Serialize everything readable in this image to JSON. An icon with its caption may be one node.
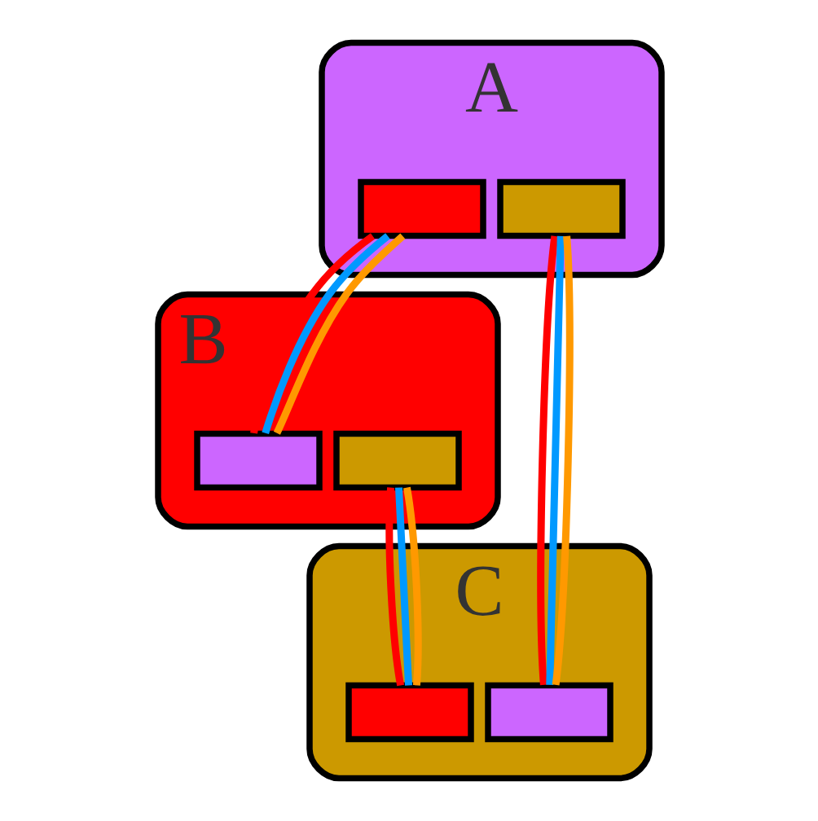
{
  "diagram": {
    "nodes": [
      {
        "text": [
          "A"
        ]
      },
      {
        "text": [],
        "shape": "box",
        "in": 0
      },
      {
        "text": [],
        "shape": "box",
        "in": 0
      },
      {
        "text": [
          "B"
        ]
      },
      {
        "text": [],
        "shape": "box",
        "in": 3
      },
      {
        "text": [],
        "shape": "box",
        "in": 3
      },
      {
        "text": [
          "C"
        ]
      },
      {
        "text": [],
        "shape": "box",
        "in": 6
      },
      {
        "text": [],
        "shape": "box",
        "in": 6
      }
    ],
    "edges": [
      {
        "from": 1,
        "to": 4,
        "arrow": "none",
        "color": "#ff0000"
      },
      {
        "from": 1,
        "to": 4,
        "arrow": "none",
        "color": "#0099ff"
      },
      {
        "from": 1,
        "to": 4,
        "arrow": "none",
        "color": "#ff9900"
      },
      {
        "from": 2,
        "to": 8,
        "arrow": "none",
        "color": "#ff0000"
      },
      {
        "from": 2,
        "to": 8,
        "arrow": "none",
        "color": "#0099ff"
      },
      {
        "from": 2,
        "to": 8,
        "arrow": "none",
        "color": "#ff9900"
      },
      {
        "from": 5,
        "to": 7,
        "arrow": "none",
        "color": "#ff0000"
      },
      {
        "from": 5,
        "to": 7,
        "arrow": "none",
        "color": "#0099ff"
      },
      {
        "from": 5,
        "to": 7,
        "arrow": "none",
        "color": "#ff9900"
      }
    ]
  }
}
